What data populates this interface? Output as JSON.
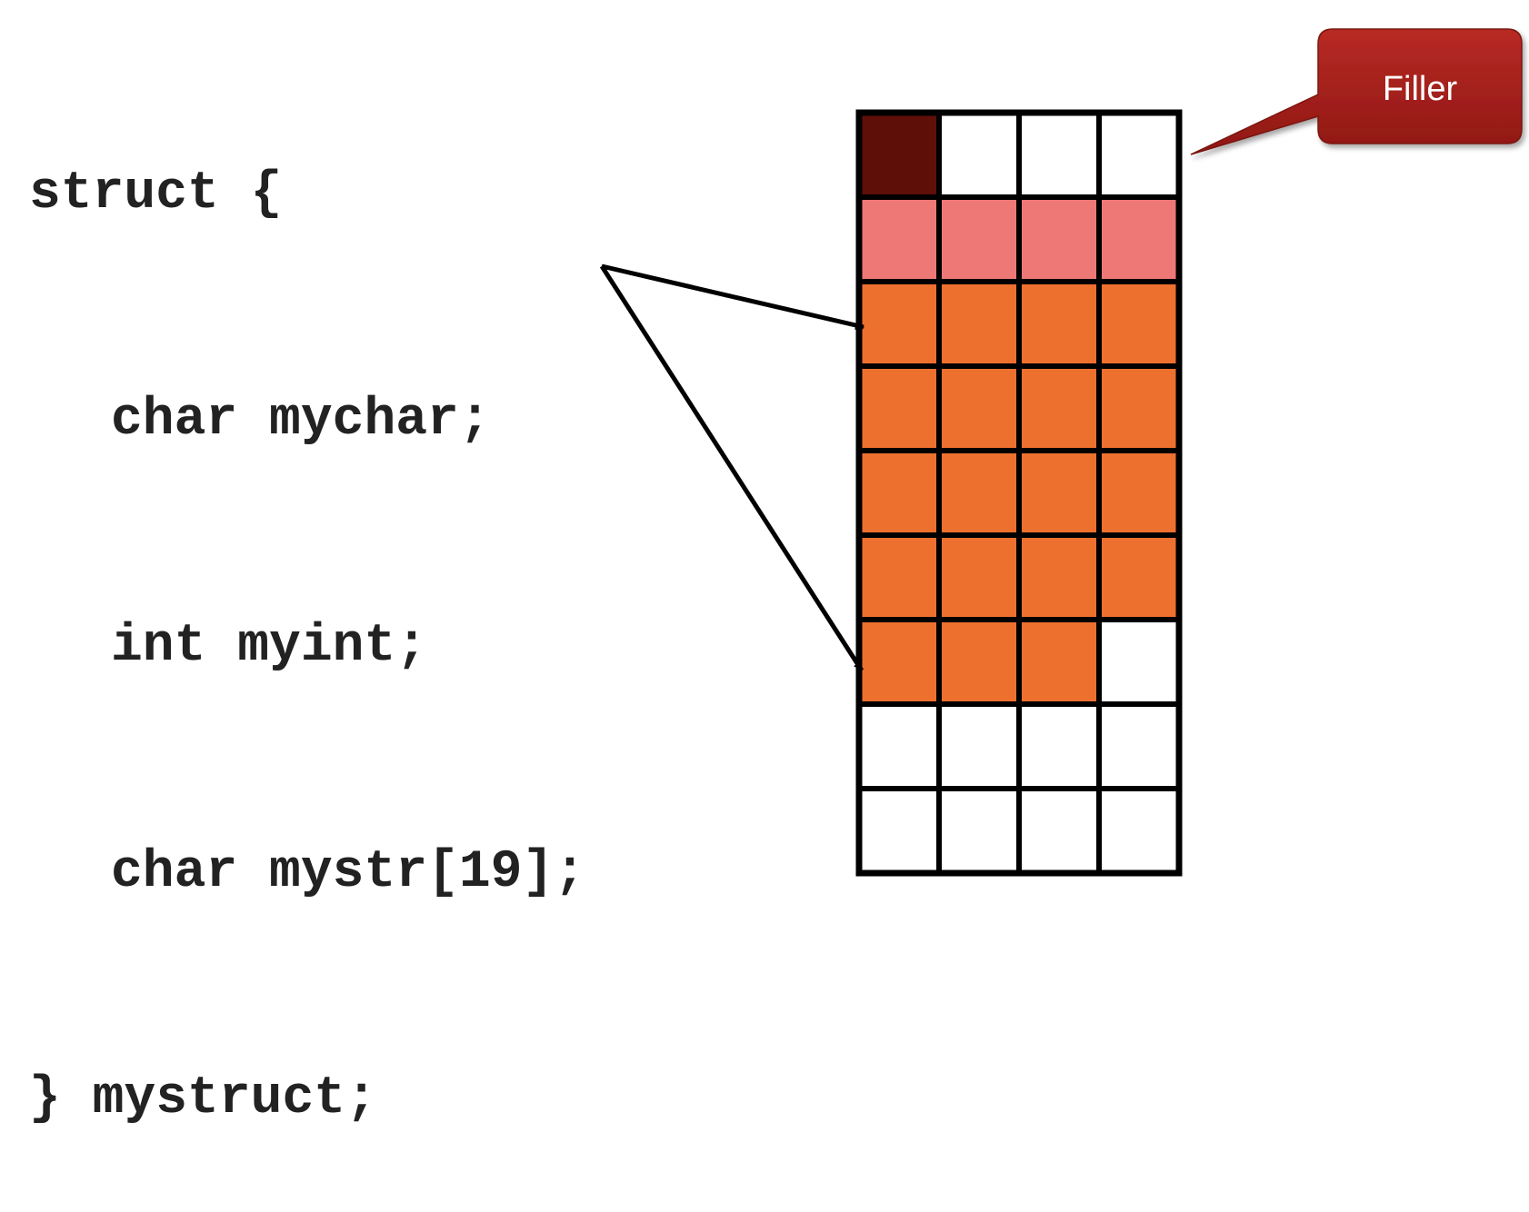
{
  "code": {
    "lines": [
      {
        "text": "struct {"
      },
      {
        "text": "char mychar;"
      },
      {
        "text": "int myint;"
      },
      {
        "text": "char mystr[19];"
      },
      {
        "text": "} mystruct;"
      }
    ]
  },
  "memory": {
    "columns": 4,
    "rows": [
      [
        "mychar",
        "empty",
        "empty",
        "empty"
      ],
      [
        "myint",
        "myint",
        "myint",
        "myint"
      ],
      [
        "mystr",
        "mystr",
        "mystr",
        "mystr"
      ],
      [
        "mystr",
        "mystr",
        "mystr",
        "mystr"
      ],
      [
        "mystr",
        "mystr",
        "mystr",
        "mystr"
      ],
      [
        "mystr",
        "mystr",
        "mystr",
        "mystr"
      ],
      [
        "mystr",
        "mystr",
        "mystr",
        "empty"
      ],
      [
        "empty",
        "empty",
        "empty",
        "empty"
      ],
      [
        "empty",
        "empty",
        "empty",
        "empty"
      ]
    ],
    "colors": {
      "mychar": "#5e0f08",
      "myint": "#ee7876",
      "mystr": "#ed702f",
      "empty": "#ffffff",
      "border": "#000000"
    }
  },
  "callout": {
    "label": "Filler",
    "color": "#a8201c"
  }
}
